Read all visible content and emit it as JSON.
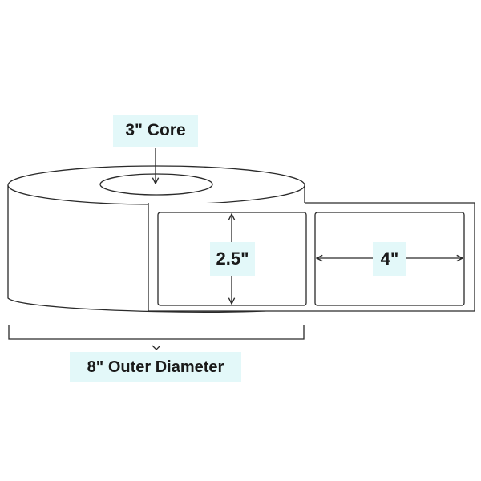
{
  "labels": {
    "core": "3\" Core",
    "label_height": "2.5\"",
    "label_width": "4\"",
    "outer_diameter": "8\" Outer Diameter"
  },
  "colors": {
    "callout_background": "#e3f8f9",
    "line": "#2a2a2a",
    "text": "#1a1a1a"
  },
  "icons": {
    "dimension_marker": "chevron-down-icon",
    "arrow": "arrow-icon"
  }
}
